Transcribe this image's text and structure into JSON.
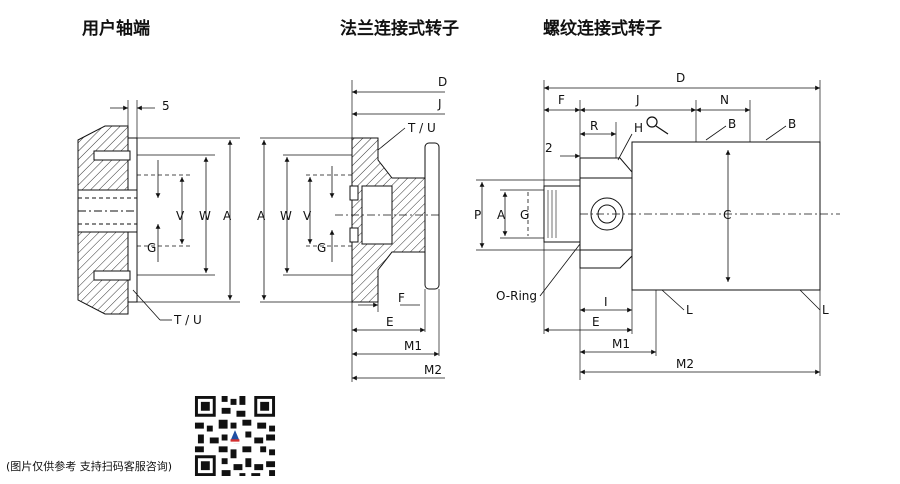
{
  "headings": {
    "user_shaft": "用户轴端",
    "flange_joint": "法兰连接式转子",
    "thread_joint": "螺纹连接式转子"
  },
  "labels": {
    "five": "5",
    "t_u": "T / U",
    "a": "A",
    "w": "W",
    "v": "V",
    "g": "G",
    "d": "D",
    "j": "J",
    "f": "F",
    "e": "E",
    "m1": "M1",
    "m2": "M2",
    "r": "R",
    "h": "H",
    "two": "2",
    "n": "N",
    "b": "B",
    "p": "P",
    "c": "C",
    "l": "L",
    "i": "I",
    "o_ring": "O-Ring"
  },
  "caption": "(图片仅供参考 支持扫码客服咨询)",
  "colors": {
    "line": "#111111",
    "hatch": "#333333"
  }
}
